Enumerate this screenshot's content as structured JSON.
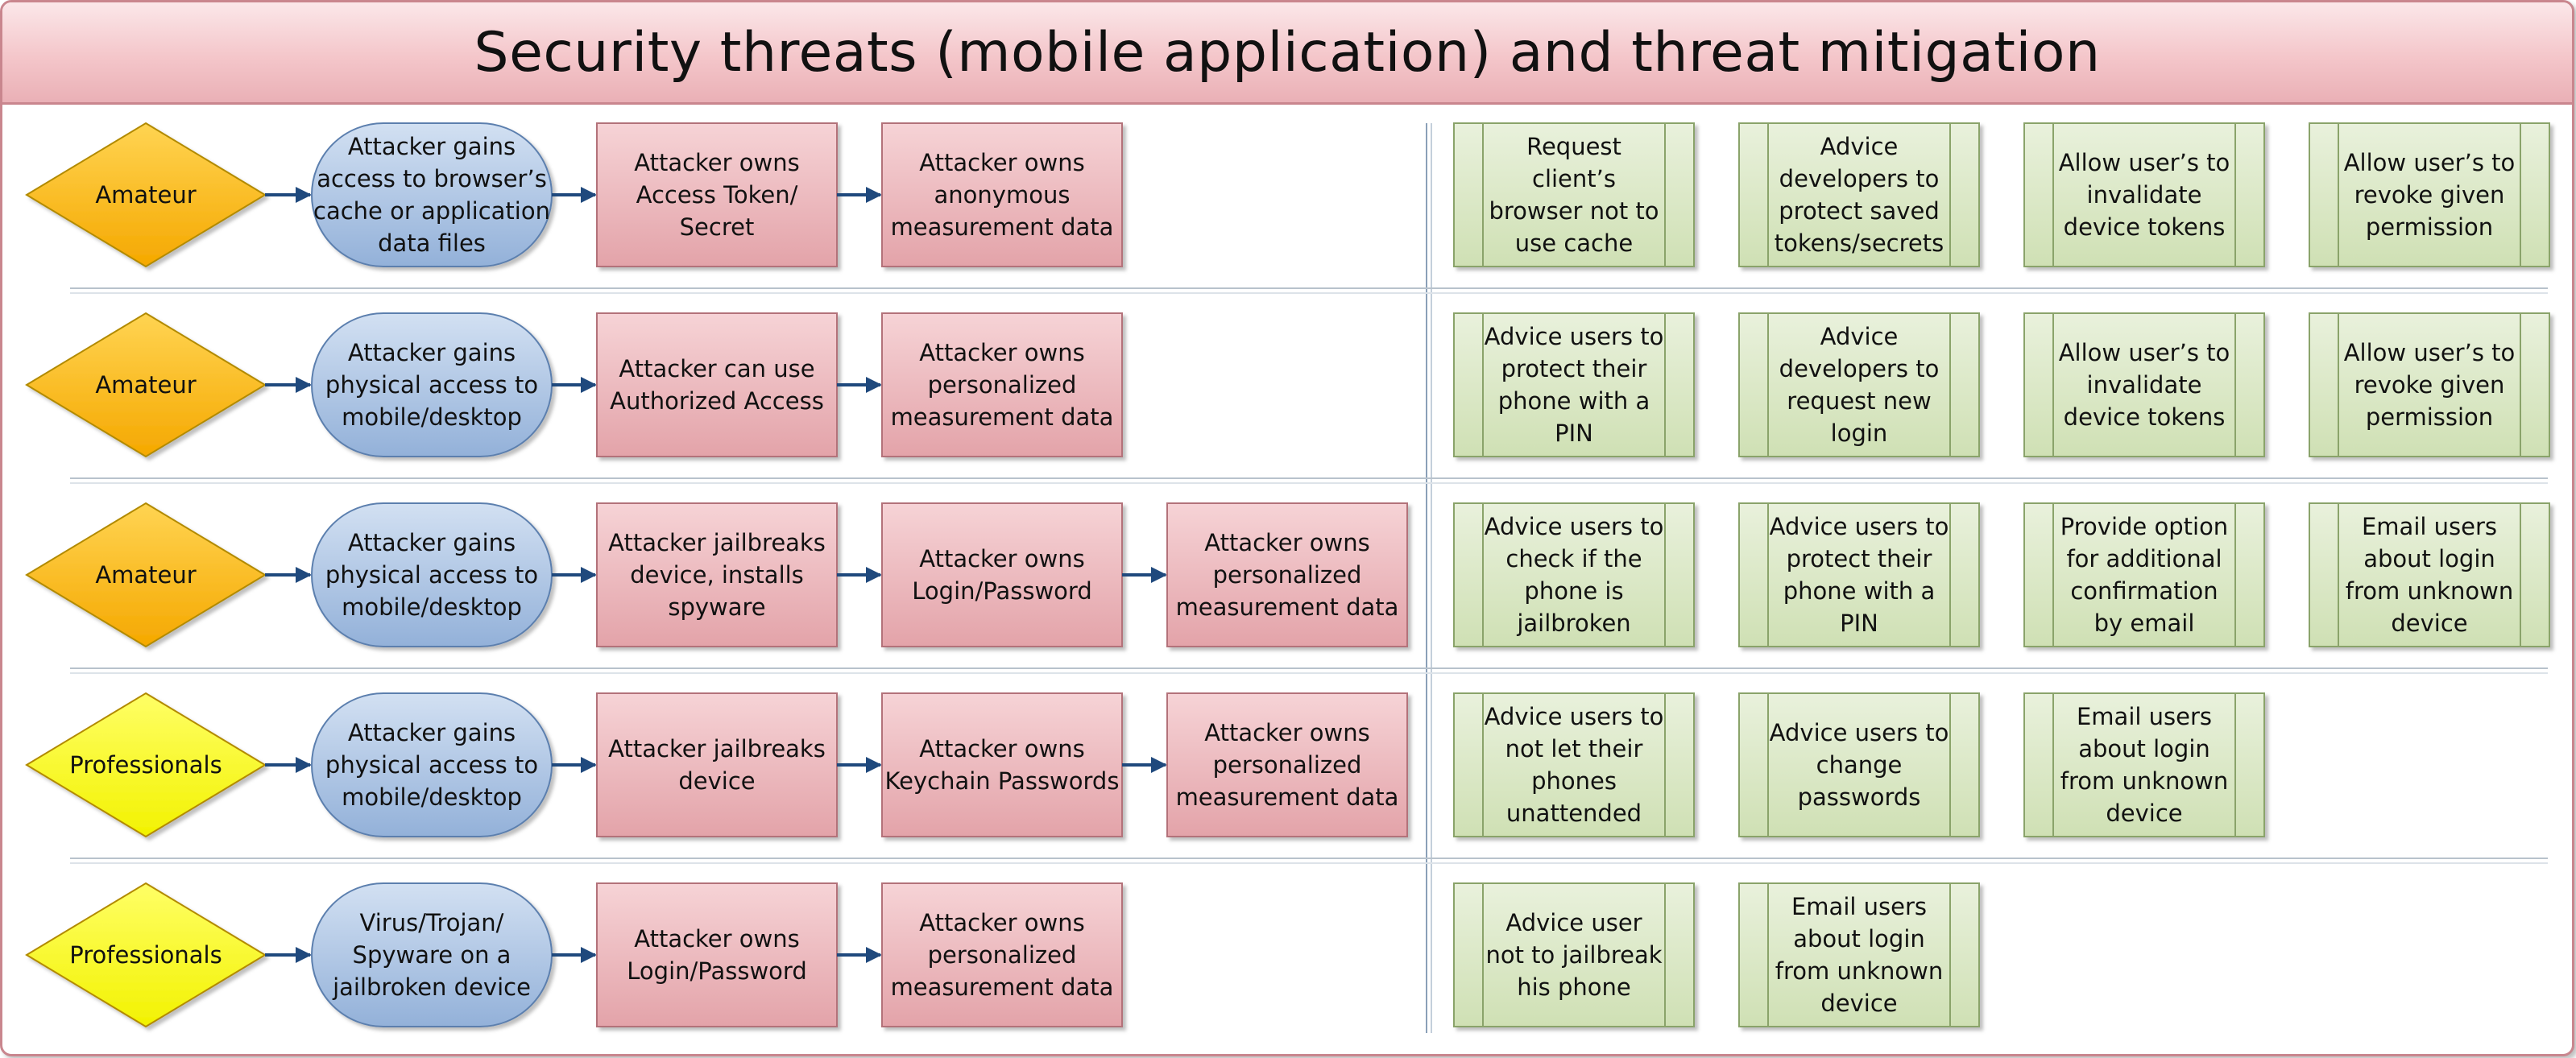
{
  "title": "Security threats (mobile application) and threat mitigation",
  "colors": {
    "amateur": "#ffb90f",
    "professional": "#ffff00",
    "event": "#a9c3e3",
    "step": "#eab4b9",
    "mitigation": "#d9e7c4",
    "arrow": "#1f497d"
  },
  "rows": [
    {
      "actor": "Amateur",
      "actor_type": "amateur",
      "event": [
        "Attacker gains",
        "access to browser’s",
        "cache or application",
        "data files"
      ],
      "steps": [
        [
          "Attacker owns",
          "Access Token/",
          "Secret"
        ],
        [
          "Attacker owns",
          "anonymous",
          "measurement data"
        ]
      ],
      "mitigations": [
        [
          "Request",
          "client’s",
          "browser not to",
          "use cache"
        ],
        [
          "Advice",
          "developers to",
          "protect saved",
          "tokens/secrets"
        ],
        [
          "Allow user’s to",
          "invalidate",
          "device tokens"
        ],
        [
          "Allow user’s to",
          "revoke given",
          "permission"
        ]
      ]
    },
    {
      "actor": "Amateur",
      "actor_type": "amateur",
      "event": [
        "Attacker gains",
        "physical access to",
        "mobile/desktop"
      ],
      "steps": [
        [
          "Attacker can use",
          "Authorized Access"
        ],
        [
          "Attacker owns",
          "personalized",
          "measurement data"
        ]
      ],
      "mitigations": [
        [
          "Advice users to",
          "protect their",
          "phone with a",
          "PIN"
        ],
        [
          "Advice",
          "developers to",
          "request new",
          "login"
        ],
        [
          "Allow user’s to",
          "invalidate",
          "device tokens"
        ],
        [
          "Allow user’s to",
          "revoke given",
          "permission"
        ]
      ]
    },
    {
      "actor": "Amateur",
      "actor_type": "amateur",
      "event": [
        "Attacker gains",
        "physical access to",
        "mobile/desktop"
      ],
      "steps": [
        [
          "Attacker jailbreaks",
          "device, installs",
          "spyware"
        ],
        [
          "Attacker owns",
          "Login/Password"
        ],
        [
          "Attacker owns",
          "personalized",
          "measurement data"
        ]
      ],
      "mitigations": [
        [
          "Advice users to",
          "check if the",
          "phone is",
          "jailbroken"
        ],
        [
          "Advice users to",
          "protect their",
          "phone with a",
          "PIN"
        ],
        [
          "Provide option",
          "for additional",
          "confirmation",
          "by email"
        ],
        [
          "Email users",
          "about login",
          "from unknown",
          "device"
        ]
      ]
    },
    {
      "actor": "Professionals",
      "actor_type": "professional",
      "event": [
        "Attacker gains",
        "physical access to",
        "mobile/desktop"
      ],
      "steps": [
        [
          "Attacker jailbreaks",
          "device"
        ],
        [
          "Attacker owns",
          "Keychain Passwords"
        ],
        [
          "Attacker owns",
          "personalized",
          "measurement data"
        ]
      ],
      "mitigations": [
        [
          "Advice users to",
          "not let their",
          "phones",
          "unattended"
        ],
        [
          "Advice users to",
          "change",
          "passwords"
        ],
        [
          "Email users",
          "about login",
          "from unknown",
          "device"
        ]
      ]
    },
    {
      "actor": "Professionals",
      "actor_type": "professional",
      "event": [
        "Virus/Trojan/",
        "Spyware on a",
        "jailbroken device"
      ],
      "steps": [
        [
          "Attacker owns",
          "Login/Password"
        ],
        [
          "Attacker owns",
          "personalized",
          "measurement data"
        ]
      ],
      "mitigations": [
        [
          "Advice user",
          "not to jailbreak",
          "his phone"
        ],
        [
          "Email users",
          "about login",
          "from unknown",
          "device"
        ]
      ]
    }
  ]
}
